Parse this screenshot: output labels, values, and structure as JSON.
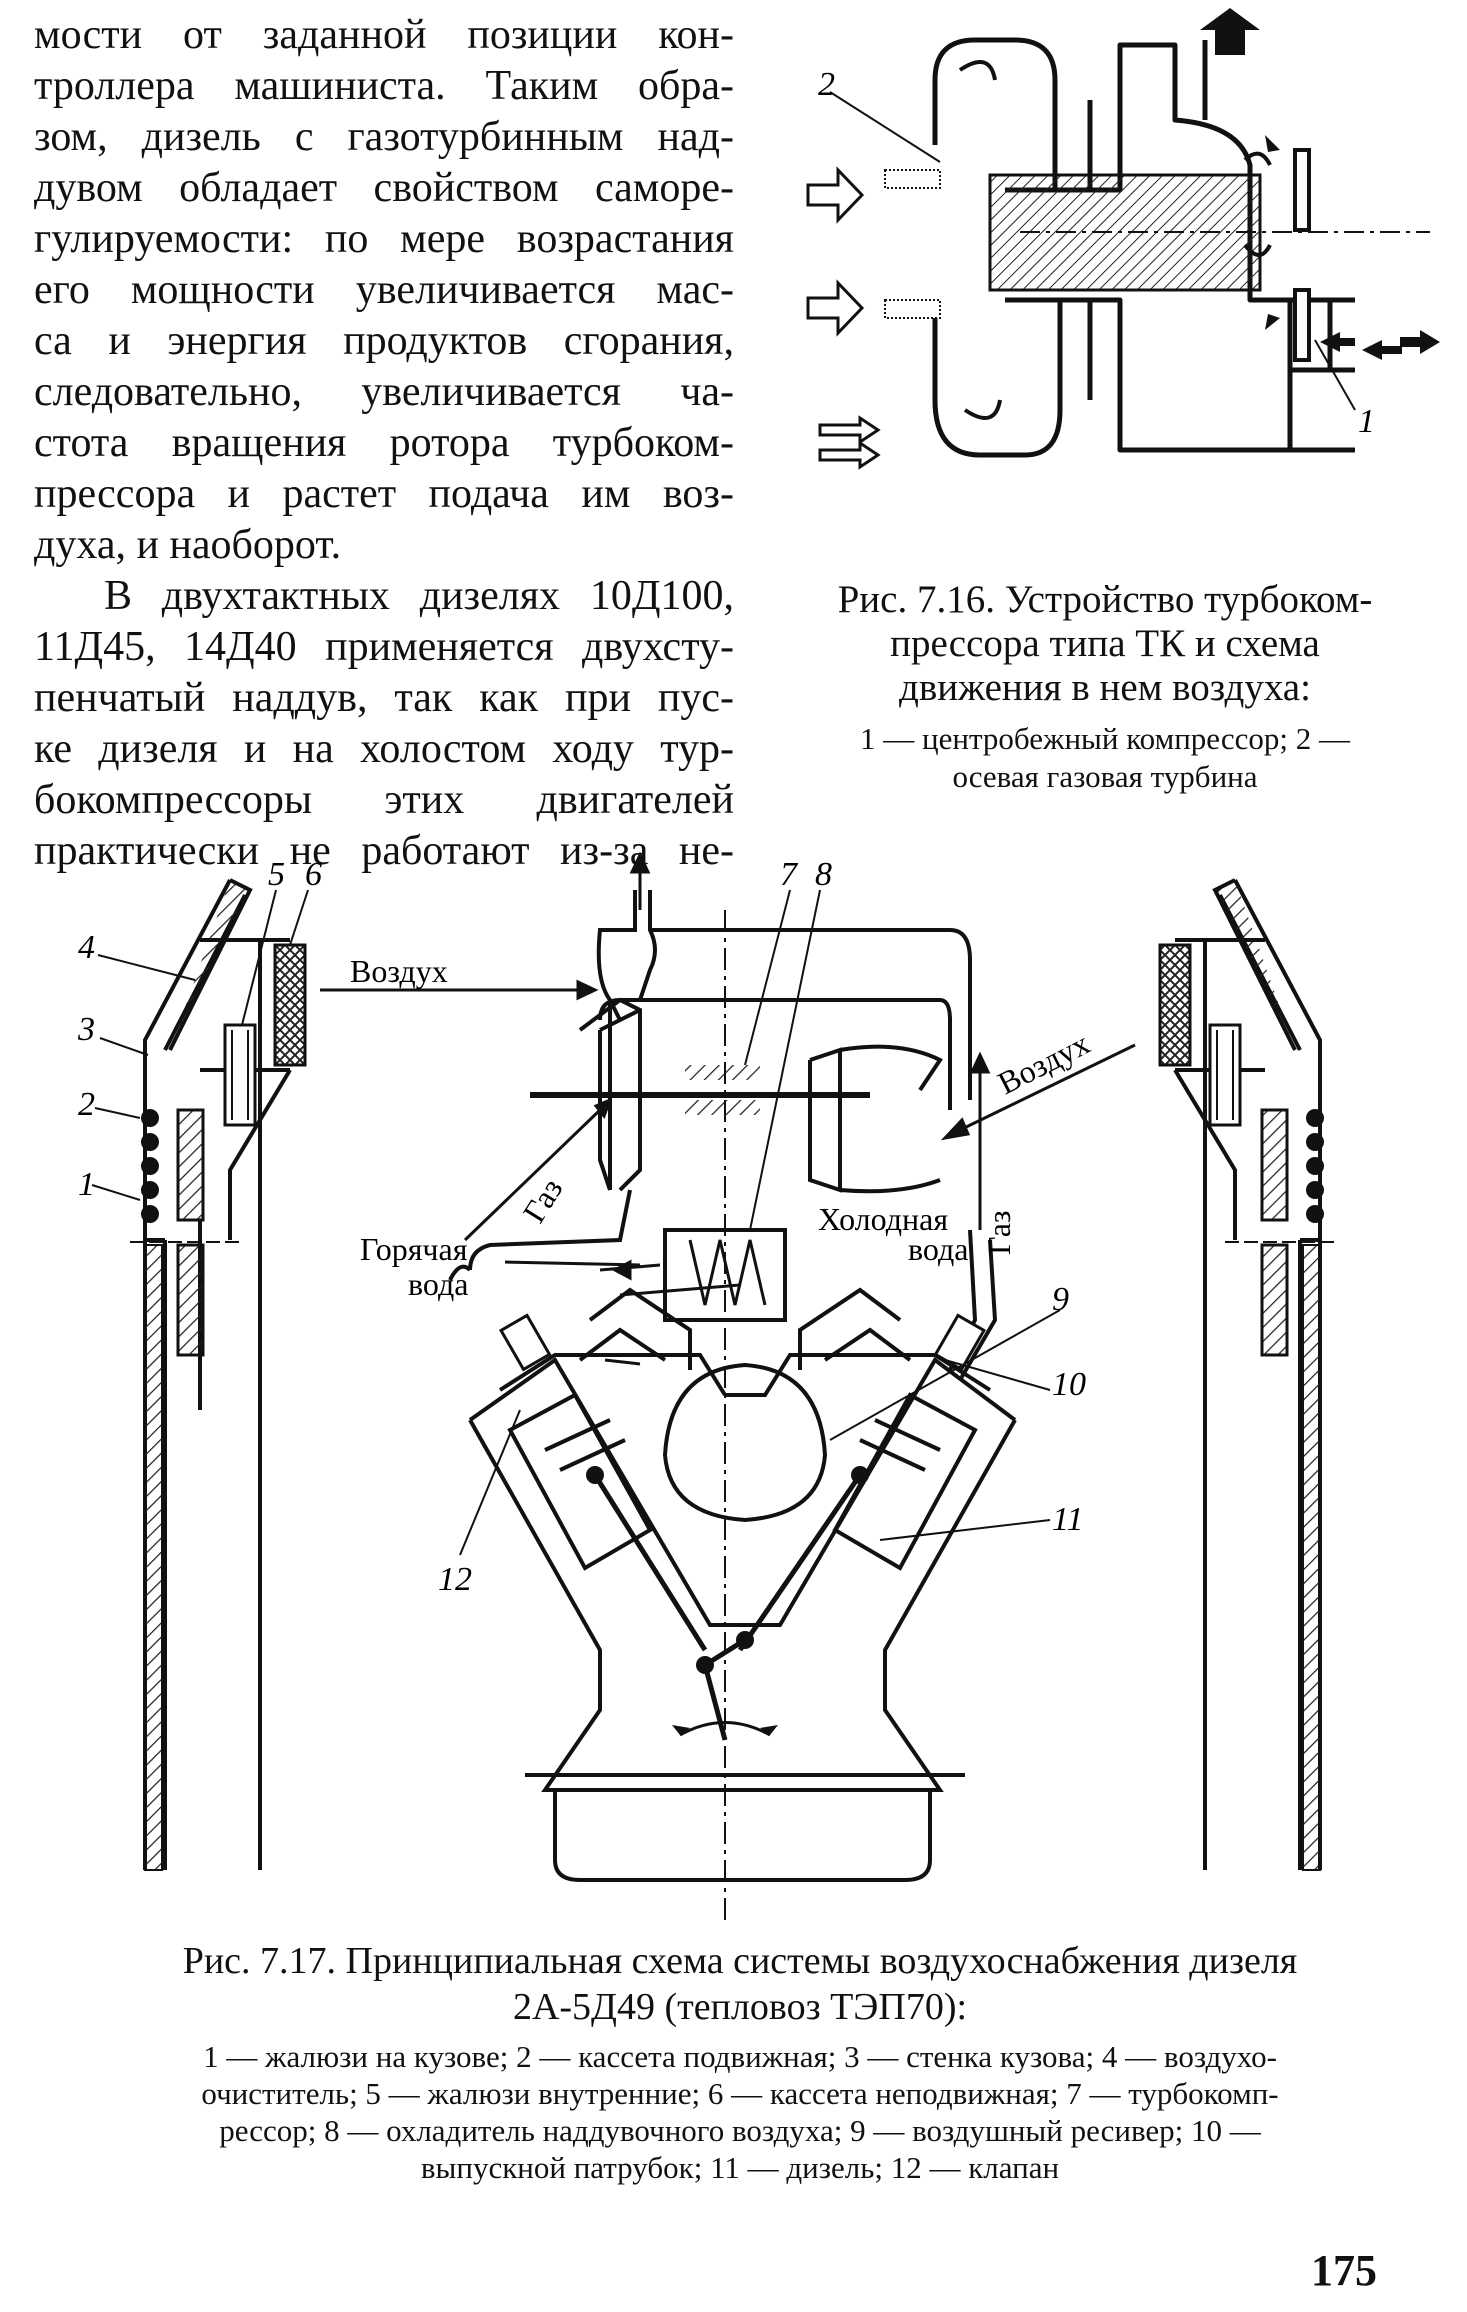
{
  "body_text": {
    "para1_lines": [
      "мости от заданной позиции кон-",
      "троллера машиниста. Таким обра-",
      "зом, дизель с газотурбинным над-",
      "дувом обладает свойством саморе-",
      "гулируемости: по мере возрастания",
      "его мощности увеличивается мас-",
      "са и энергия продуктов сгорания,",
      "следовательно, увеличивается ча-",
      "стота вращения ротора турбоком-",
      "прессора и растет подача им воз-",
      "духа, и наоборот."
    ],
    "para2_lines": [
      "В двухтактных дизелях 10Д100,",
      "11Д45, 14Д40 применяется двухсту-",
      "пенчатый наддув, так как при пус-",
      "ке дизеля и на холостом ходу тур-",
      "бокомпрессоры этих двигателей",
      "практически не работают из-за не-"
    ]
  },
  "fig716": {
    "labels": {
      "n1": "1",
      "n2": "2"
    },
    "caption_lines": [
      "Рис. 7.16. Устройство турбоком-",
      "прессора типа ТК и схема",
      "движения в нем воздуха:"
    ],
    "legend_lines": [
      "1 — центробежный компрессор; 2 —",
      "осевая газовая турбина"
    ]
  },
  "fig717": {
    "labels": {
      "n1": "1",
      "n2": "2",
      "n3": "3",
      "n4": "4",
      "n5": "5",
      "n6": "6",
      "n7": "7",
      "n8": "8",
      "n9": "9",
      "n10": "10",
      "n11": "11",
      "n12": "12",
      "air_left": "Воздух",
      "air_right": "Воздух",
      "gas_left": "Газ",
      "gas_right": "Газ",
      "hot_water_1": "Горячая",
      "hot_water_2": "вода",
      "cold_water_1": "Холодная",
      "cold_water_2": "вода"
    },
    "caption_lines": [
      "Рис. 7.17. Принципиальная схема системы воздухоснабжения дизеля",
      "2А-5Д49 (тепловоз ТЭП70):"
    ],
    "legend_lines": [
      "1 — жалюзи на кузове; 2 — кассета подвижная; 3 — стенка кузова; 4 — воздухо-",
      "очиститель; 5 — жалюзи внутренние; 6 — кассета неподвижная; 7 — турбокомп-",
      "рессор; 8 — охладитель наддувочного воздуха; 9 — воздушный ресивер; 10 —",
      "выпускной патрубок; 11 — дизель; 12 — клапан"
    ]
  },
  "page_number": "175"
}
